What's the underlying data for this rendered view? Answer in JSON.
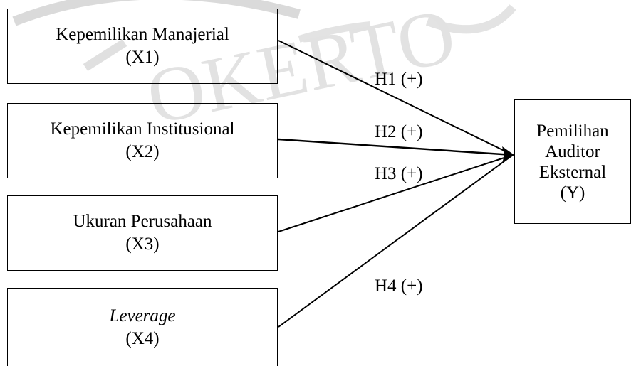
{
  "variables": [
    {
      "id": "x1",
      "name": "Kepemilikan Manajerial",
      "code": "(X1)",
      "italic": false
    },
    {
      "id": "x2",
      "name": "Kepemilikan Institusional",
      "code": "(X2)",
      "italic": false
    },
    {
      "id": "x3",
      "name": "Ukuran Perusahaan",
      "code": "(X3)",
      "italic": false
    },
    {
      "id": "x4",
      "name": "Leverage",
      "code": "(X4)",
      "italic": true
    }
  ],
  "dependent": {
    "lines": [
      "Pemilihan",
      "Auditor",
      "Eksternal",
      "(Y)"
    ]
  },
  "hypotheses": [
    {
      "from": "x1",
      "label": "H1 (+)"
    },
    {
      "from": "x2",
      "label": "H2 (+)"
    },
    {
      "from": "x3",
      "label": "H3 (+)"
    },
    {
      "from": "x4",
      "label": "H4 (+)"
    }
  ],
  "watermark_text": "OKERTO",
  "colors": {
    "line": "#000000",
    "watermark": "#d9d9d9"
  }
}
